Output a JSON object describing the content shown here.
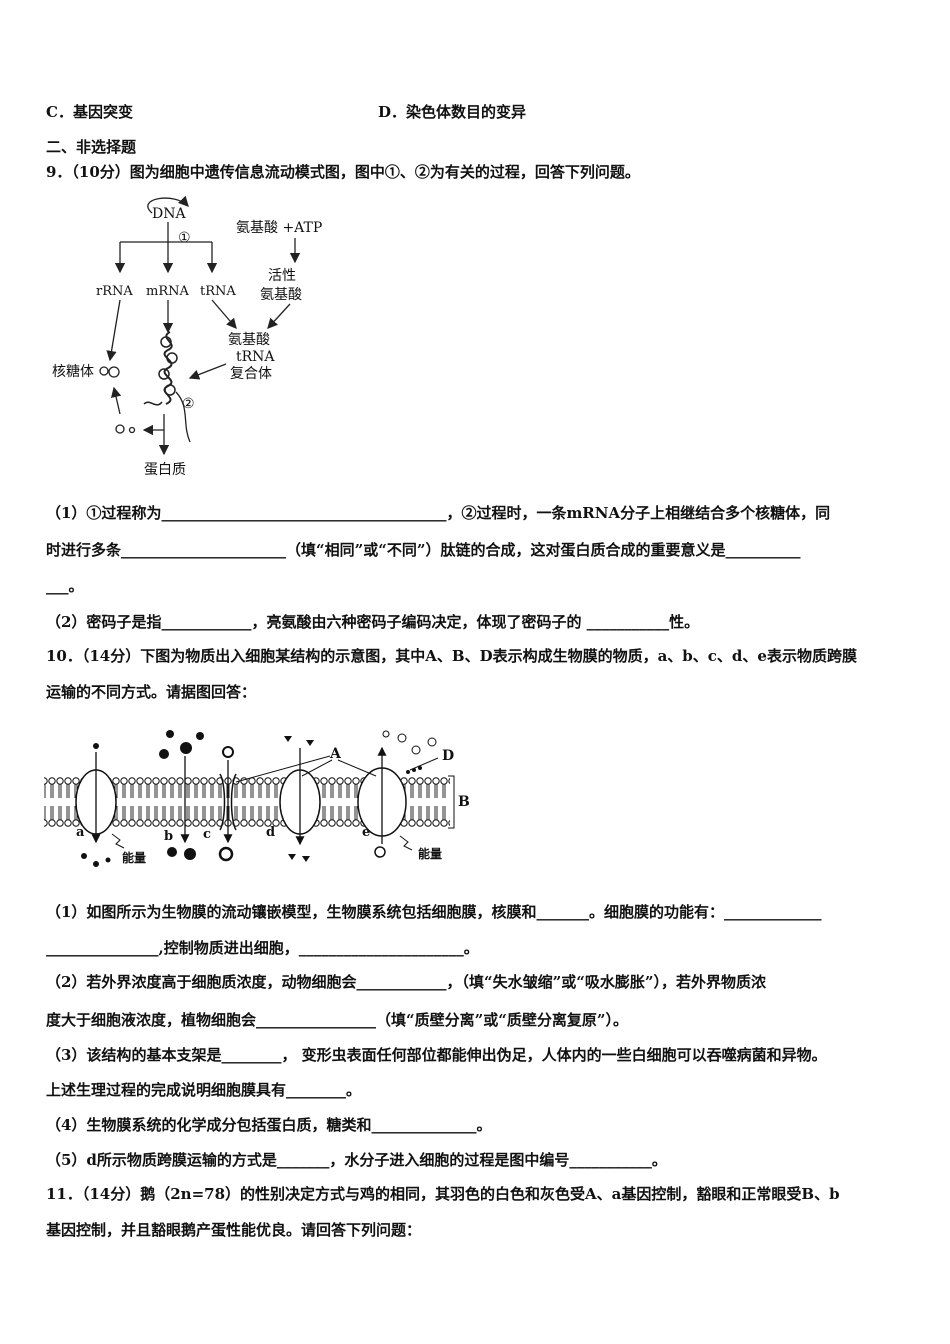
{
  "options": {
    "c": "C．基因突变",
    "d": "D．染色体数目的变异"
  },
  "section_title": "二、非选择题",
  "q9": {
    "stem": "9．（10分）图为细胞中遗传信息流动模式图，图中①、②为有关的过程，回答下列问题。",
    "figure": {
      "dna": "DNA",
      "process1": "①",
      "amino_atp": "氨基酸 +ATP",
      "active1": "活性",
      "active2": "氨基酸",
      "rrna": "rRNA",
      "mrna": "mRNA",
      "trna": "tRNA",
      "complex1": "氨基酸",
      "complex2": "tRNA",
      "complex3": "复合体",
      "ribosome": "核糖体",
      "process2": "②",
      "protein": "蛋白质"
    },
    "p1_line1": "（1）①过程称为______________________________________，②过程时，一条mRNA分子上相继结合多个核糖体，同",
    "p1_line2": "时进行多条______________________（填“相同”或“不同”）肽链的合成，这对蛋白质合成的重要意义是__________",
    "p1_line3": "___。",
    "p2": "（2）密码子是指____________，亮氨酸由六种密码子编码决定，体现了密码子的 ___________性。"
  },
  "q10": {
    "stem1": "10．（14分）下图为物质出入细胞某结构的示意图，其中A、B、D表示构成生物膜的物质，a、b、c、d、e表示物质跨膜",
    "stem2": "运输的不同方式。请据图回答：",
    "figure": {
      "label_a_upper": "A",
      "label_d_upper": "D",
      "label_b_upper": "B",
      "label_a": "a",
      "label_b": "b",
      "label_c": "c",
      "label_d": "d",
      "label_e": "e",
      "energy1": "能量",
      "energy2": "能量"
    },
    "p1_line1": "（1）如图所示为生物膜的流动镶嵌模型，生物膜系统包括细胞膜，核膜和_______。细胞膜的功能有：_____________",
    "p1_line2": "_______________,控制物质进出细胞，______________________。",
    "p2_line1": "（2）若外界浓度高于细胞质浓度，动物细胞会____________，（填“失水皱缩”或“吸水膨胀”），若外界物质浓",
    "p2_line2": "度大于细胞液浓度，植物细胞会________________（填“质壁分离”或“质壁分离复原”）。",
    "p3_line1": "（3）该结构的基本支架是________，  变形虫表面任何部位都能伸出伪足，人体内的一些白细胞可以吞噬病菌和异物。",
    "p3_line2": "上述生理过程的完成说明细胞膜具有________。",
    "p4": "（4）生物膜系统的化学成分包括蛋白质，糖类和______________。",
    "p5": "（5）d所示物质跨膜运输的方式是_______，水分子进入细胞的过程是图中编号___________。"
  },
  "q11": {
    "stem1": "11．（14分）鹅（2n=78）的性别决定方式与鸡的相同，其羽色的白色和灰色受A、a基因控制，豁眼和正常眼受B、b",
    "stem2": "基因控制，并且豁眼鹅产蛋性能优良。请回答下列问题："
  }
}
